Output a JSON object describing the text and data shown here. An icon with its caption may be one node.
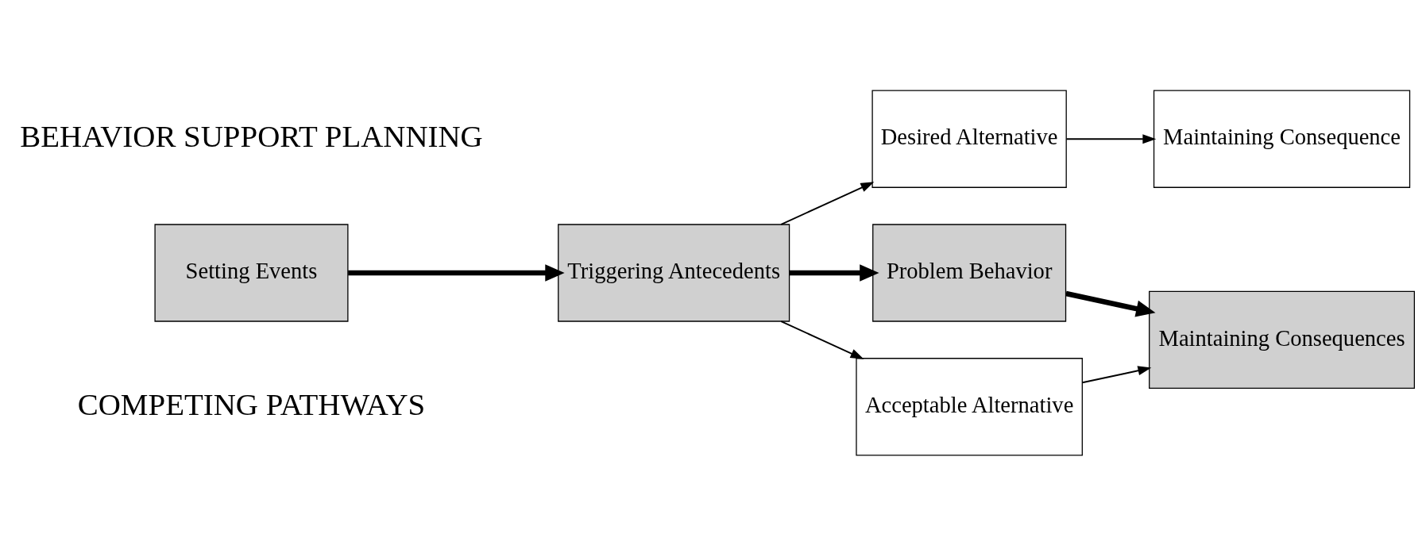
{
  "diagram": {
    "nodes": [
      {
        "text": [
          "Setting Events"
        ]
      },
      {
        "text": [
          "Triggering Antecedents"
        ]
      },
      {
        "text": [
          "Desired Alternative"
        ]
      },
      {
        "text": [
          "Maintaining Consequence"
        ]
      },
      {
        "text": [
          "Problem Behavior"
        ]
      },
      {
        "text": [
          "Maintaining Consequences"
        ]
      },
      {
        "text": [
          "Acceptable Alternative"
        ]
      }
    ],
    "edges": [
      {
        "from": 0,
        "to": 1,
        "arrow": "to",
        "style": "thick"
      },
      {
        "from": 1,
        "to": 2,
        "arrow": "to"
      },
      {
        "from": 2,
        "to": 3,
        "arrow": "to"
      },
      {
        "from": 1,
        "to": 4,
        "arrow": "to",
        "style": "thick"
      },
      {
        "from": 4,
        "to": 5,
        "arrow": "to",
        "style": "thick"
      },
      {
        "from": 1,
        "to": 6,
        "arrow": "to"
      },
      {
        "from": 6,
        "to": 5,
        "arrow": "to"
      }
    ],
    "labels": [
      "COMPETING PATHWAYS",
      "BEHAVIOR SUPPORT PLANNING"
    ]
  }
}
